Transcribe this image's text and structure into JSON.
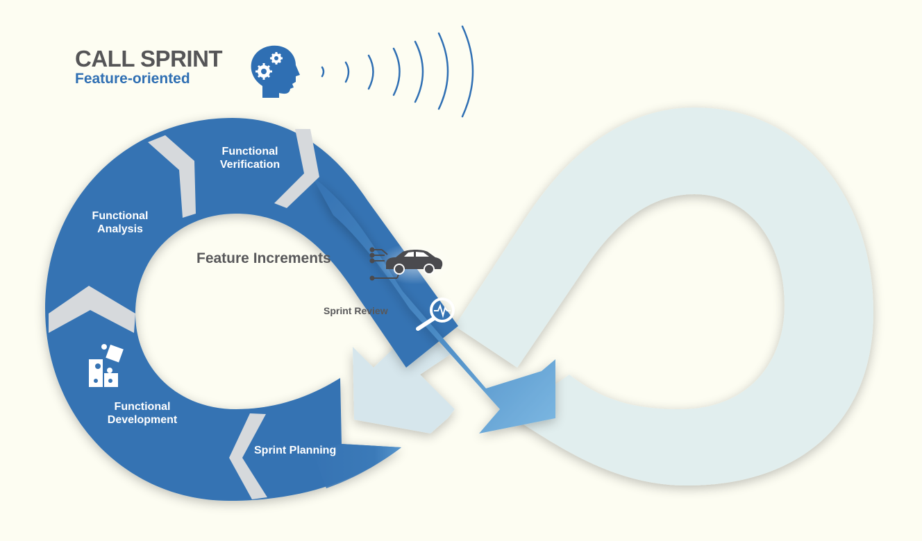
{
  "header": {
    "title": "CALL SPRINT",
    "subtitle": "Feature-oriented",
    "icon": "head-gears-icon"
  },
  "cycle": {
    "segments": [
      {
        "label_line1": "Functional",
        "label_line2": "Verification"
      },
      {
        "label_line1": "Functional",
        "label_line2": "Analysis"
      },
      {
        "label_line1": "Functional",
        "label_line2": "Development"
      },
      {
        "label_line1": "Sprint Planning",
        "label_line2": ""
      }
    ],
    "center_label": "Feature Increments",
    "review_label": "Sprint Review"
  },
  "icons": {
    "head": "head-gears-icon",
    "car": "connected-car-icon",
    "review": "magnifier-pulse-icon",
    "puzzle": "puzzle-icon",
    "signal": "signal-waves-icon"
  },
  "colors": {
    "background": "#fdfdf2",
    "ring_blue": "#3673b3",
    "arrow_light_blue": "#7ab6e0",
    "loop_pale": "#e1eeee",
    "chevron_grey": "#d6d9dc",
    "text_dark": "#58585a",
    "subtitle_blue": "#2f6fb3"
  }
}
